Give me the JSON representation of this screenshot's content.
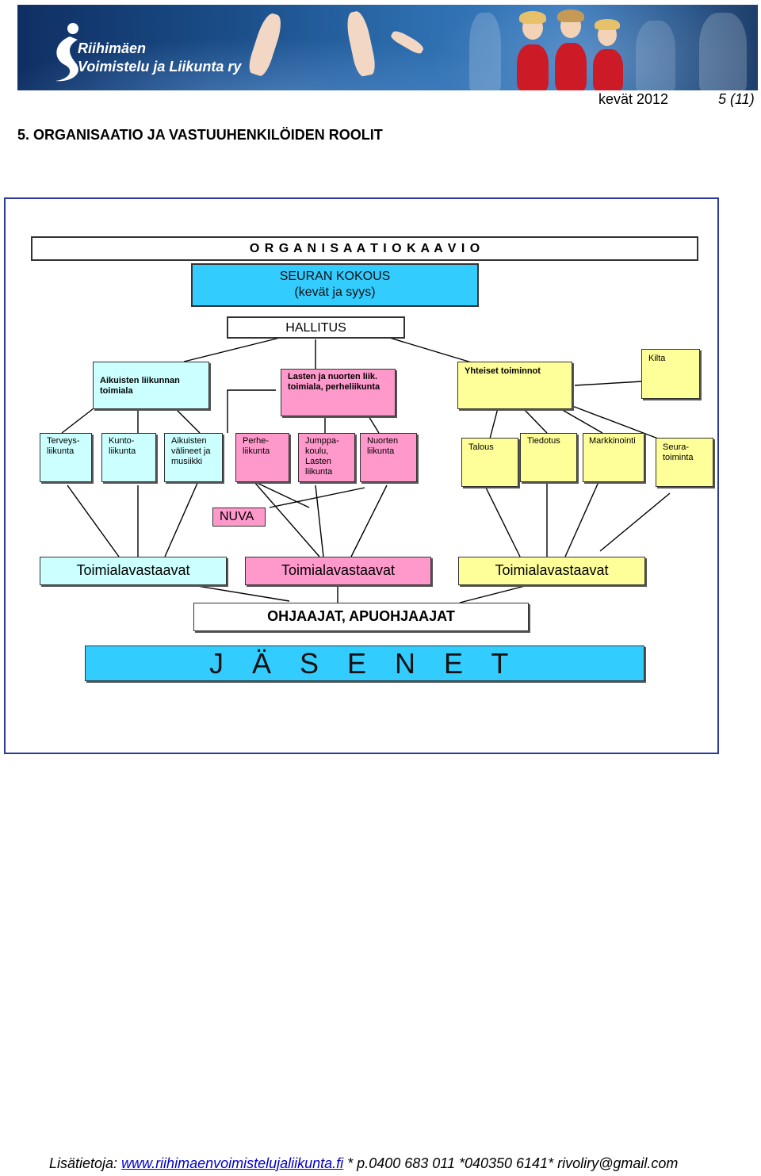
{
  "header": {
    "org_name_line1": "Riihimäen",
    "org_name_line2": "Voimistelu ja Liikunta ry",
    "season": "kevät 2012",
    "page": "5 (11)"
  },
  "section_title": "5. ORGANISAATIO JA VASTUUHENKILÖIDEN ROOLIT",
  "diagram": {
    "title": "O R G A N I S A A T I O K A A V I O",
    "meeting_line1": "SEURAN KOKOUS",
    "meeting_line2": "(kevät ja syys)",
    "board": "HALLITUS",
    "divisions": {
      "adults": "Aikuisten liikunnan toimiala",
      "children": "Lasten ja nuorten liik. toimiala, perheliikunta",
      "common": "Yhteiset toiminnot",
      "guild": "Kilta"
    },
    "units": {
      "health": "Terveys-liikunta",
      "fitness": "Kunto-liikunta",
      "equipment": "Aikuisten välineet ja musiikki",
      "family": "Perhe-liikunta",
      "school": "Jumppa-koulu, Lasten liikunta",
      "youth": "Nuorten liikunta",
      "finance": "Talous",
      "information": "Tiedotus",
      "marketing": "Markkinointi",
      "club": "Seura-toiminta"
    },
    "nuva": "NUVA",
    "responsible_1": "Toimialavastaavat",
    "responsible_2": "Toimialavastaavat",
    "responsible_3": "Toimialavastaavat",
    "instructors": "OHJAAJAT, APUOHJAAJAT",
    "members": "J Ä S E N E T"
  },
  "footer": {
    "prefix": "Lisätietoja: ",
    "link": "www.riihimaenvoimistelujaliikunta.fi",
    "contacts": " * p.0400 683 011 *040350 6141* rivoliry@gmail.com"
  },
  "colors": {
    "cyan": "#ccffff",
    "pink": "#ff99cc",
    "yellow": "#ffff99",
    "blue": "#33ccff",
    "frame": "#2a3a9a"
  }
}
